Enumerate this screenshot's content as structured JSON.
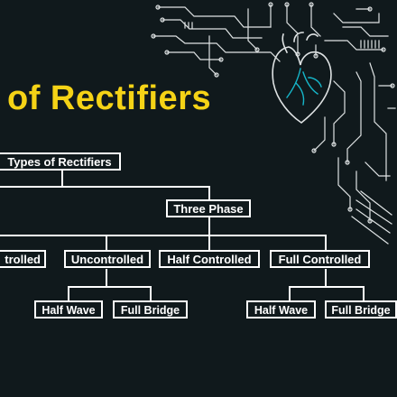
{
  "title": "of Rectifiers",
  "colors": {
    "background": "#10191c",
    "title": "#f5d316",
    "lines": "#ffffff",
    "circuit": "#dfe3e4",
    "heart_vessels": "#16b6c9"
  },
  "decoration": {
    "circuit_icon": "circuit-heart-icon"
  },
  "diagram": {
    "root": "Types of Rectifiers",
    "three_phase": "Three Phase",
    "controlled_clipped": "trolled",
    "uncontrolled": "Uncontrolled",
    "half_controlled": "Half Controlled",
    "full_controlled": "Full Controlled",
    "unc_half_wave": "Half Wave",
    "unc_full_bridge": "Full Bridge",
    "fc_half_wave": "Half Wave",
    "fc_full_bridge": "Full Bridge"
  }
}
